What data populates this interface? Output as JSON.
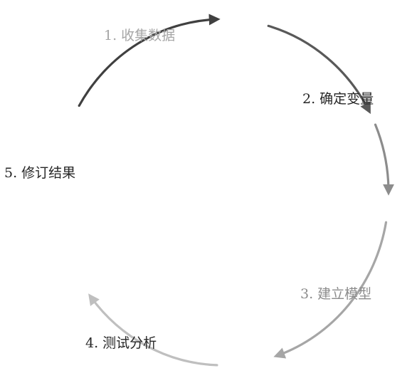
{
  "diagram": {
    "steps": [
      {
        "label": "1. 收集数据",
        "color": "#a6a6a6",
        "arrow_color": "#595959"
      },
      {
        "label": "2. 确定变量",
        "color": "#262626",
        "arrow_color": "#8c8c8c"
      },
      {
        "label": "3. 建立模型",
        "color": "#8c8c8c",
        "arrow_color": "#a6a6a6"
      },
      {
        "label": "4. 测试分析",
        "color": "#262626",
        "arrow_color": "#bfbfbf"
      },
      {
        "label": "5. 修订结果",
        "color": "#262626",
        "arrow_color": "#404040"
      }
    ]
  }
}
